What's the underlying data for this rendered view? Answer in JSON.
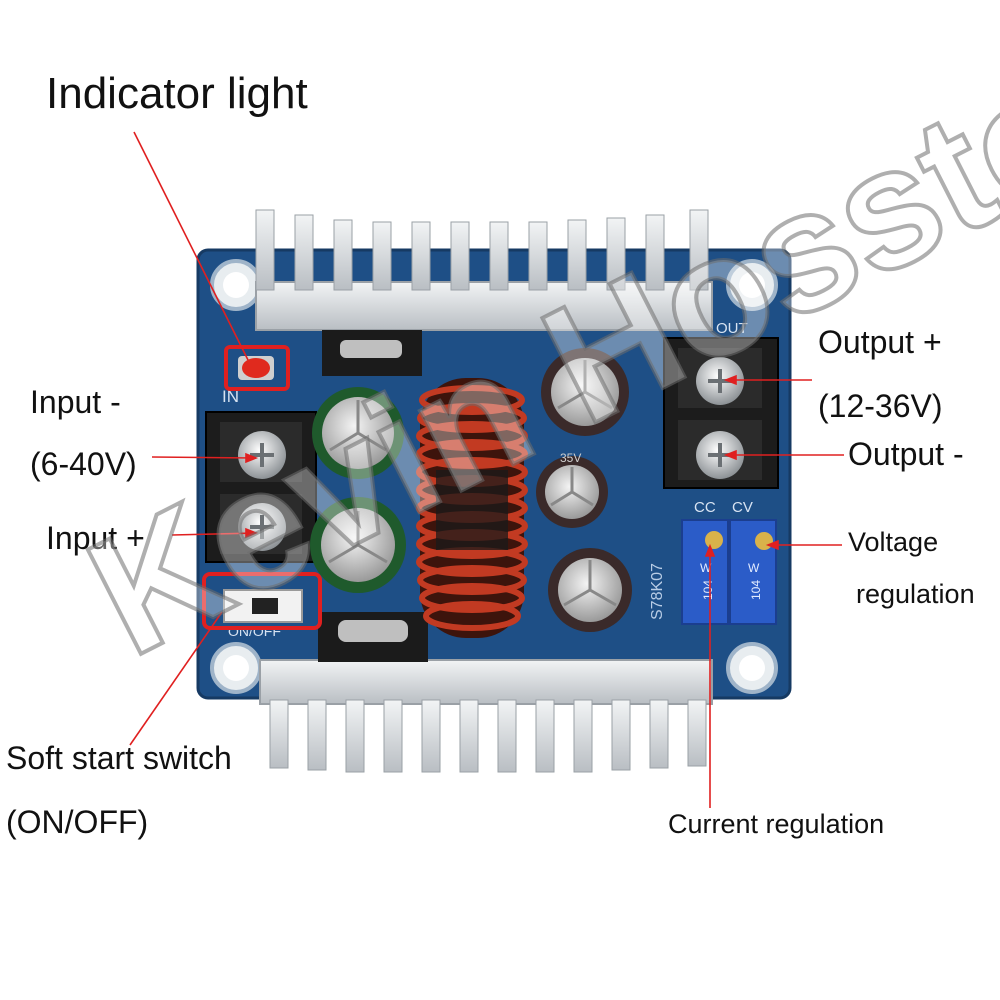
{
  "title": "Indicator light",
  "labels": {
    "input_minus": "Input -",
    "input_range": "(6-40V)",
    "input_plus": "Input +",
    "soft_start": "Soft start switch",
    "soft_start_state": "(ON/OFF)",
    "output_plus": "Output +",
    "output_range": "(12-36V)",
    "output_minus": "Output -",
    "voltage_reg_1": "Voltage",
    "voltage_reg_2": "regulation",
    "current_reg": "Current regulation"
  },
  "board_text": {
    "out": "OUT",
    "in": "IN",
    "cc": "CC",
    "cv": "CV",
    "onoff": "ON/OFF",
    "model": "S78K07",
    "pot_code": "104",
    "pot_part": "W",
    "cap_rating": "35V"
  },
  "watermark": "Kevin Hosstore",
  "colors": {
    "pcb": "#1e4f86",
    "heatsink": "#d9dde0",
    "callout_box": "#e02020",
    "leader_line": "#e02020",
    "inductor": "#b8301c",
    "pot": "#2b5cc8"
  }
}
